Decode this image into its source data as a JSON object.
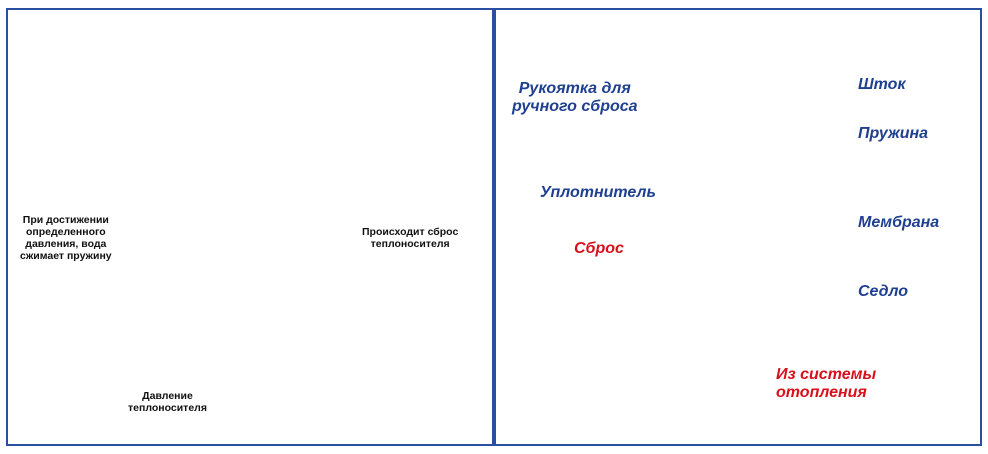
{
  "left_diagram": {
    "label_spring": [
      "При достижении",
      "определенного",
      "давления, вода",
      "сжимает пружину"
    ],
    "label_discharge": [
      "Происходит сброс",
      "теплоносителя"
    ],
    "label_pressure": [
      "Давление",
      "теплоносителя"
    ]
  },
  "right_diagram": {
    "label_handle": [
      "Рукоятка для",
      "ручного сброса"
    ],
    "label_stem": "Шток",
    "label_spring": "Пружина",
    "label_seal": "Уплотнитель",
    "label_membrane": "Мембрана",
    "label_seat": "Седло",
    "label_discharge": "Сброс",
    "label_from_system": [
      "Из системы",
      "отопления"
    ]
  },
  "colors": {
    "border": "#2a4fa0",
    "cap_red": "#d0142c",
    "brass": "#d9a431",
    "body_orange": "#e8904a",
    "label_blue": "#1f3f8f",
    "arrow_red": "#d8101c"
  }
}
